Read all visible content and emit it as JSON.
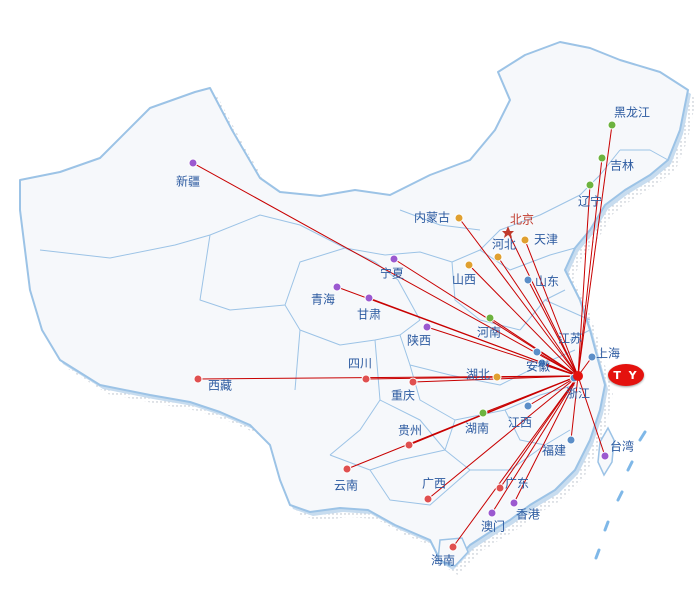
{
  "hub": {
    "label": "T Y",
    "color": "#e4120e"
  },
  "colors": {
    "route": "#c80000",
    "land": "#f6f8fb",
    "border": "#9cc3e6",
    "shadow": "#c7dcef",
    "label": "#2c5aa0"
  },
  "provinces": [
    {
      "id": "heilongjiang",
      "name": "黑龙江",
      "color": "#6db33f"
    },
    {
      "id": "jilin",
      "name": "吉林",
      "color": "#6db33f"
    },
    {
      "id": "liaoning",
      "name": "辽宁",
      "color": "#6db33f"
    },
    {
      "id": "neimenggu",
      "name": "内蒙古",
      "color": "#e0a030"
    },
    {
      "id": "beijing",
      "name": "北京",
      "color": "#c0392b",
      "capital": true
    },
    {
      "id": "tianjin",
      "name": "天津",
      "color": "#e0a030"
    },
    {
      "id": "hebei",
      "name": "河北",
      "color": "#e0a030"
    },
    {
      "id": "shanxi",
      "name": "山西",
      "color": "#e0a030"
    },
    {
      "id": "shandong",
      "name": "山东",
      "color": "#5b8ec8"
    },
    {
      "id": "xinjiang",
      "name": "新疆",
      "color": "#9b59d0"
    },
    {
      "id": "ningxia",
      "name": "宁夏",
      "color": "#9b59d0"
    },
    {
      "id": "qinghai",
      "name": "青海",
      "color": "#9b59d0"
    },
    {
      "id": "gansu",
      "name": "甘肃",
      "color": "#9b59d0"
    },
    {
      "id": "shaanxi",
      "name": "陕西",
      "color": "#9b59d0"
    },
    {
      "id": "henan",
      "name": "河南",
      "color": "#6db33f"
    },
    {
      "id": "jiangsu",
      "name": "江苏",
      "color": "#5b8ec8"
    },
    {
      "id": "shanghai",
      "name": "上海",
      "color": "#5b8ec8"
    },
    {
      "id": "anhui",
      "name": "安徽",
      "color": "#5b8ec8"
    },
    {
      "id": "zhejiang",
      "name": "浙江",
      "color": "#5b8ec8"
    },
    {
      "id": "sichuan",
      "name": "四川",
      "color": "#e05050"
    },
    {
      "id": "xizang",
      "name": "西藏",
      "color": "#e05050"
    },
    {
      "id": "chongqing",
      "name": "重庆",
      "color": "#e05050"
    },
    {
      "id": "hubei",
      "name": "湖北",
      "color": "#e0a030"
    },
    {
      "id": "guizhou",
      "name": "贵州",
      "color": "#e05050"
    },
    {
      "id": "hunan",
      "name": "湖南",
      "color": "#6db33f"
    },
    {
      "id": "jiangxi",
      "name": "江西",
      "color": "#5b8ec8"
    },
    {
      "id": "fujian",
      "name": "福建",
      "color": "#5b8ec8"
    },
    {
      "id": "taiwan",
      "name": "台湾",
      "color": "#9b59d0"
    },
    {
      "id": "yunnan",
      "name": "云南",
      "color": "#e05050"
    },
    {
      "id": "guangxi",
      "name": "广西",
      "color": "#e05050"
    },
    {
      "id": "guangdong",
      "name": "广东",
      "color": "#e05050"
    },
    {
      "id": "hongkong",
      "name": "香港",
      "color": "#9b59d0"
    },
    {
      "id": "macau",
      "name": "澳门",
      "color": "#9b59d0"
    },
    {
      "id": "hainan",
      "name": "海南",
      "color": "#e05050"
    }
  ]
}
